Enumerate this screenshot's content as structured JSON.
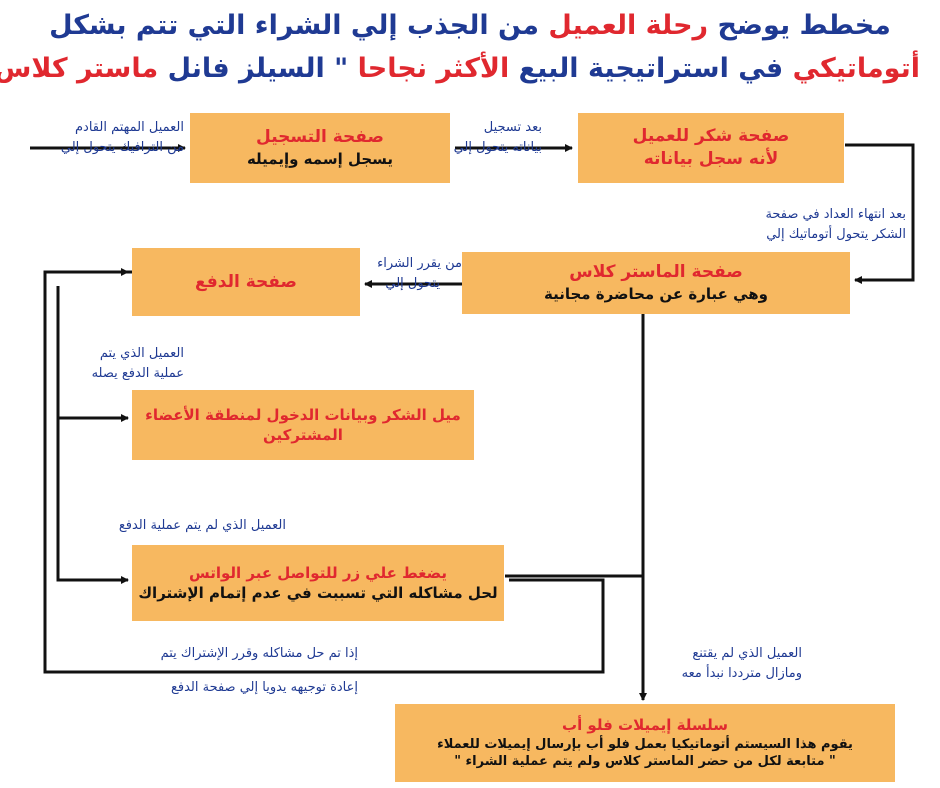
{
  "title": {
    "line1_a": "مخطط يوضح ",
    "line1_red": "رحلة العميل",
    "line1_b": " من الجذب إلي الشراء التي تتم بشكل",
    "line2_a": "أتوماتيكي",
    "line2_b": " في استراتيجية البيع ",
    "line2_red": "الأكثر نجاحا",
    "line2_c": " \" السيلز فانل ",
    "line2_red2": "ماستر كلاس",
    "line2_d": " \""
  },
  "boxes": {
    "registration": {
      "title": "صفحة التسجيل",
      "subtitle": "يسجل إسمه وإيميله"
    },
    "thanks": {
      "title": "صفحة شكر للعميل",
      "subtitle": "لأنه سجل بياناته"
    },
    "masterclass": {
      "title": "صفحة الماستر كلاس",
      "subtitle": "وهي عبارة عن محاضرة مجانية"
    },
    "payment": {
      "title": "صفحة الدفع"
    },
    "members_email": {
      "title": "ميل الشكر وبيانات الدخول لمنطقة الأعضاء المشتركين"
    },
    "whatsapp": {
      "title": "يضغط علي زر للتواصل عبر الواتس",
      "subtitle": "لحل مشاكله التي تسببت في عدم إتمام الإشتراك"
    },
    "email_followup": {
      "title": "سلسلة إيميلات فلو أب",
      "line1": "يقوم هذا السيستم أتوماتيكيا بعمل فلو أب بإرسال إيميلات للعملاء",
      "line2": "\" متابعة لكل من حضر الماستر كلاس ولم يتم عملية الشراء \""
    }
  },
  "labels": {
    "interested_1": "العميل المهتم القادم",
    "interested_2": "من الترافيك يتحول إلي",
    "after_reg_1": "بعد تسجيل",
    "after_reg_2": "بياناته يتحول إلي",
    "countdown_1": "بعد انتهاء العداد في صفحة",
    "countdown_2": "الشكر يتحول أتوماتيك إلي",
    "decides_1": "من يقرر الشراء",
    "decides_2": "يتحول إلي",
    "paid_1": "العميل الذي يتم",
    "paid_2": "عملية الدفع يصله",
    "not_paid": "العميل الذي لم يتم عملية الدفع",
    "resolved_1": "إذا تم حل مشاكله وقرر الإشتراك يتم",
    "resolved_2": "إعادة توجيهه يدويا إلي صفحة الدفع",
    "unconvinced_1": "العميل الذي لم يقتنع",
    "unconvinced_2": "ومازال مترددا نبدأ معه"
  },
  "colors": {
    "box_fill": "#f7b860",
    "title_blue": "#1f3a93",
    "accent_red": "#e0282f",
    "arrow": "#111111"
  }
}
